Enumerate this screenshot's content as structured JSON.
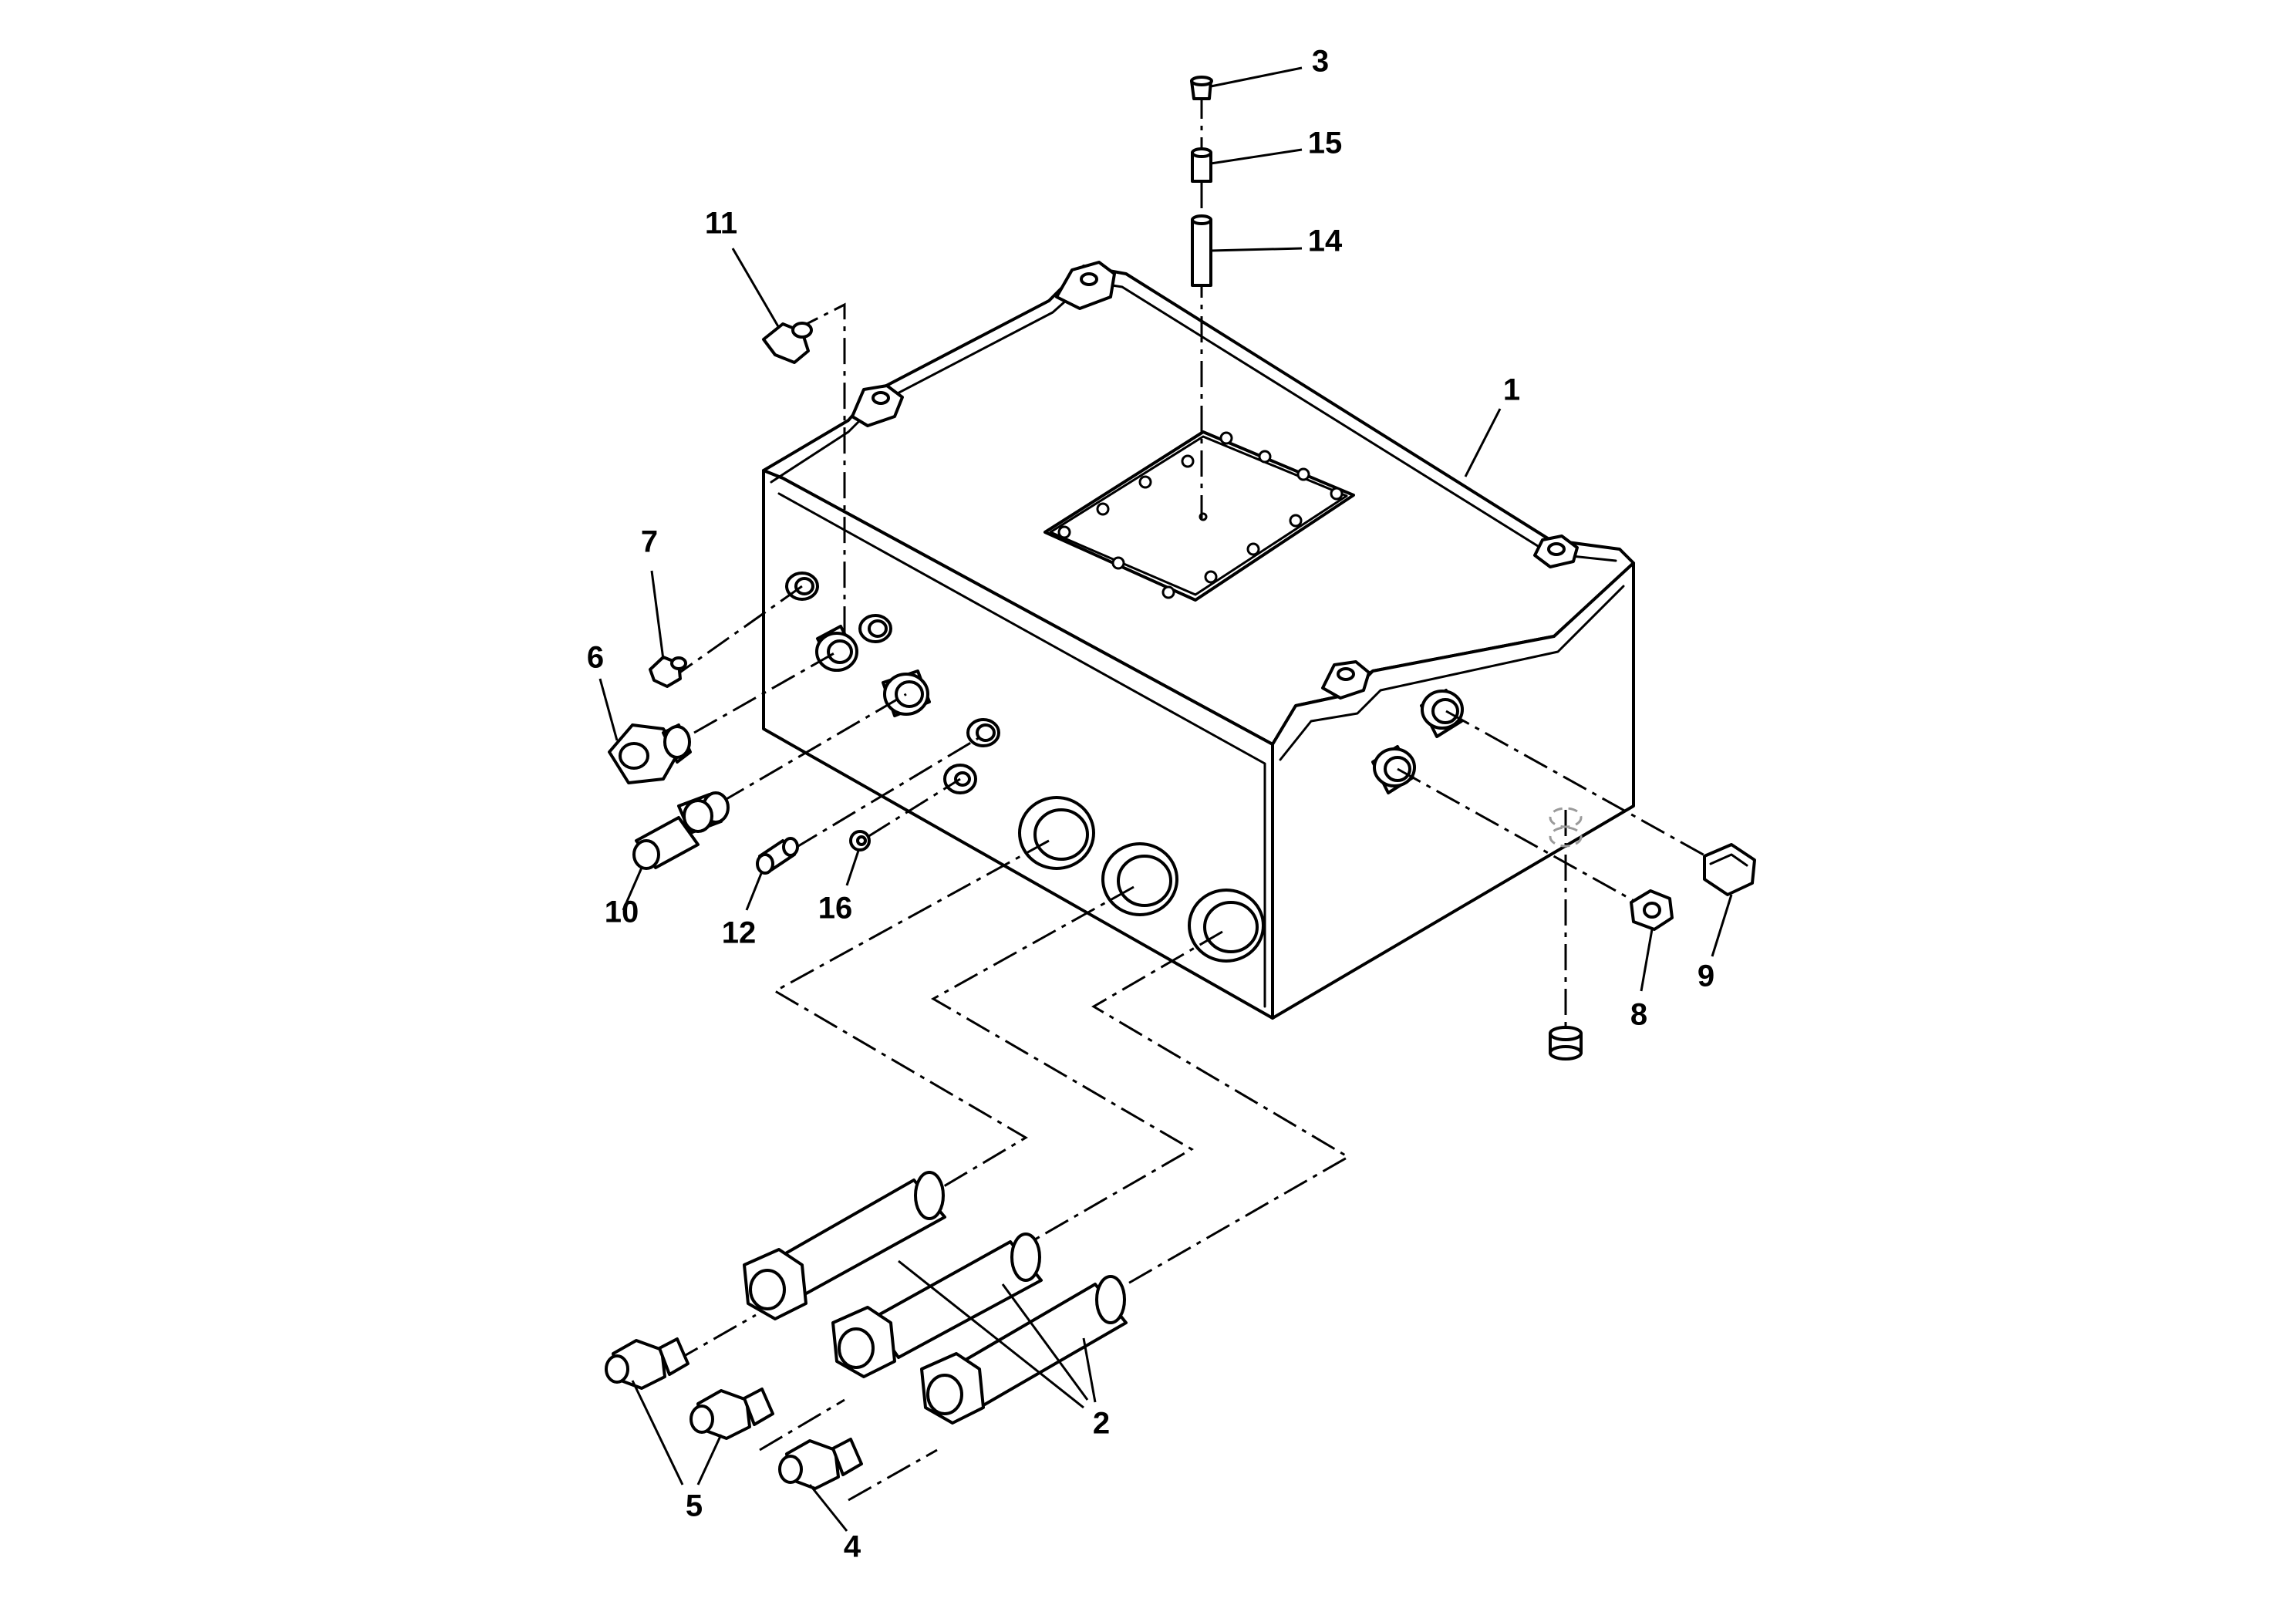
{
  "diagram": {
    "callouts": {
      "c1": "1",
      "c2": "2",
      "c3": "3",
      "c4": "4",
      "c5": "5",
      "c6": "6",
      "c7": "7",
      "c8": "8",
      "c9": "9",
      "c10": "10",
      "c11": "11",
      "c12": "12",
      "c14": "14",
      "c15": "15",
      "c16": "16"
    }
  }
}
